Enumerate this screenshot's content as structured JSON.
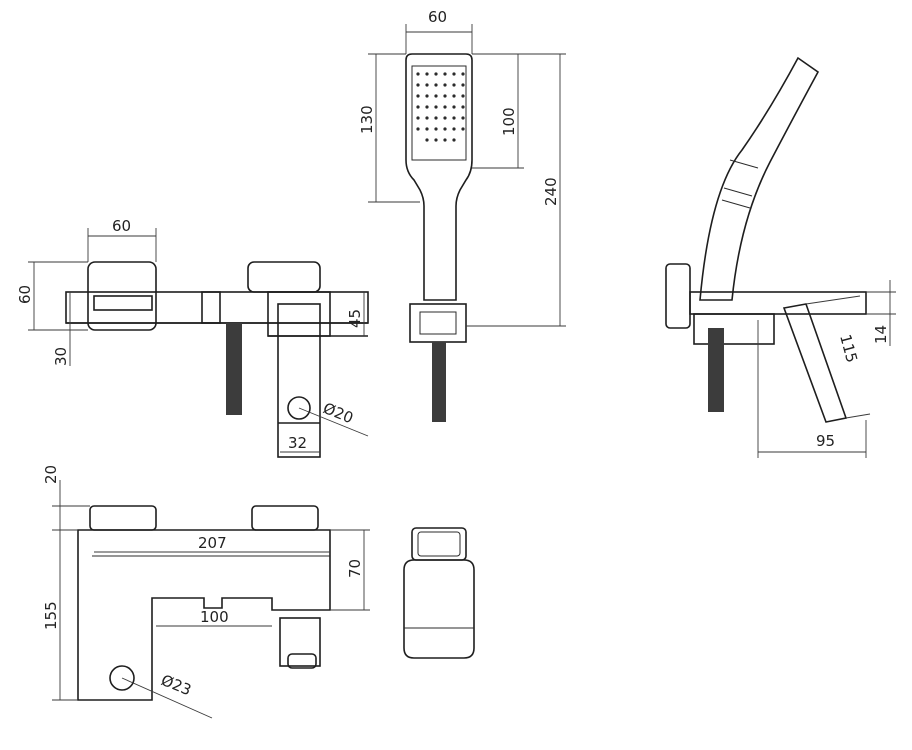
{
  "drawing": {
    "front_view": {
      "width_top": "60",
      "height_total": "60",
      "height_lower": "30",
      "body_height": "45",
      "spout_diameter": "Ø20",
      "spout_width": "32"
    },
    "hand_shower": {
      "head_width": "60",
      "head_height": "130",
      "spray_face_height": "100",
      "total_length": "240"
    },
    "side_view": {
      "spout_depth": "14",
      "spout_length": "115",
      "projection": "95"
    },
    "top_view": {
      "top_offset": "20",
      "body_length": "207",
      "body_depth": "70",
      "total_depth": "155",
      "inner_length": "100",
      "bore_diameter": "Ø23"
    }
  }
}
